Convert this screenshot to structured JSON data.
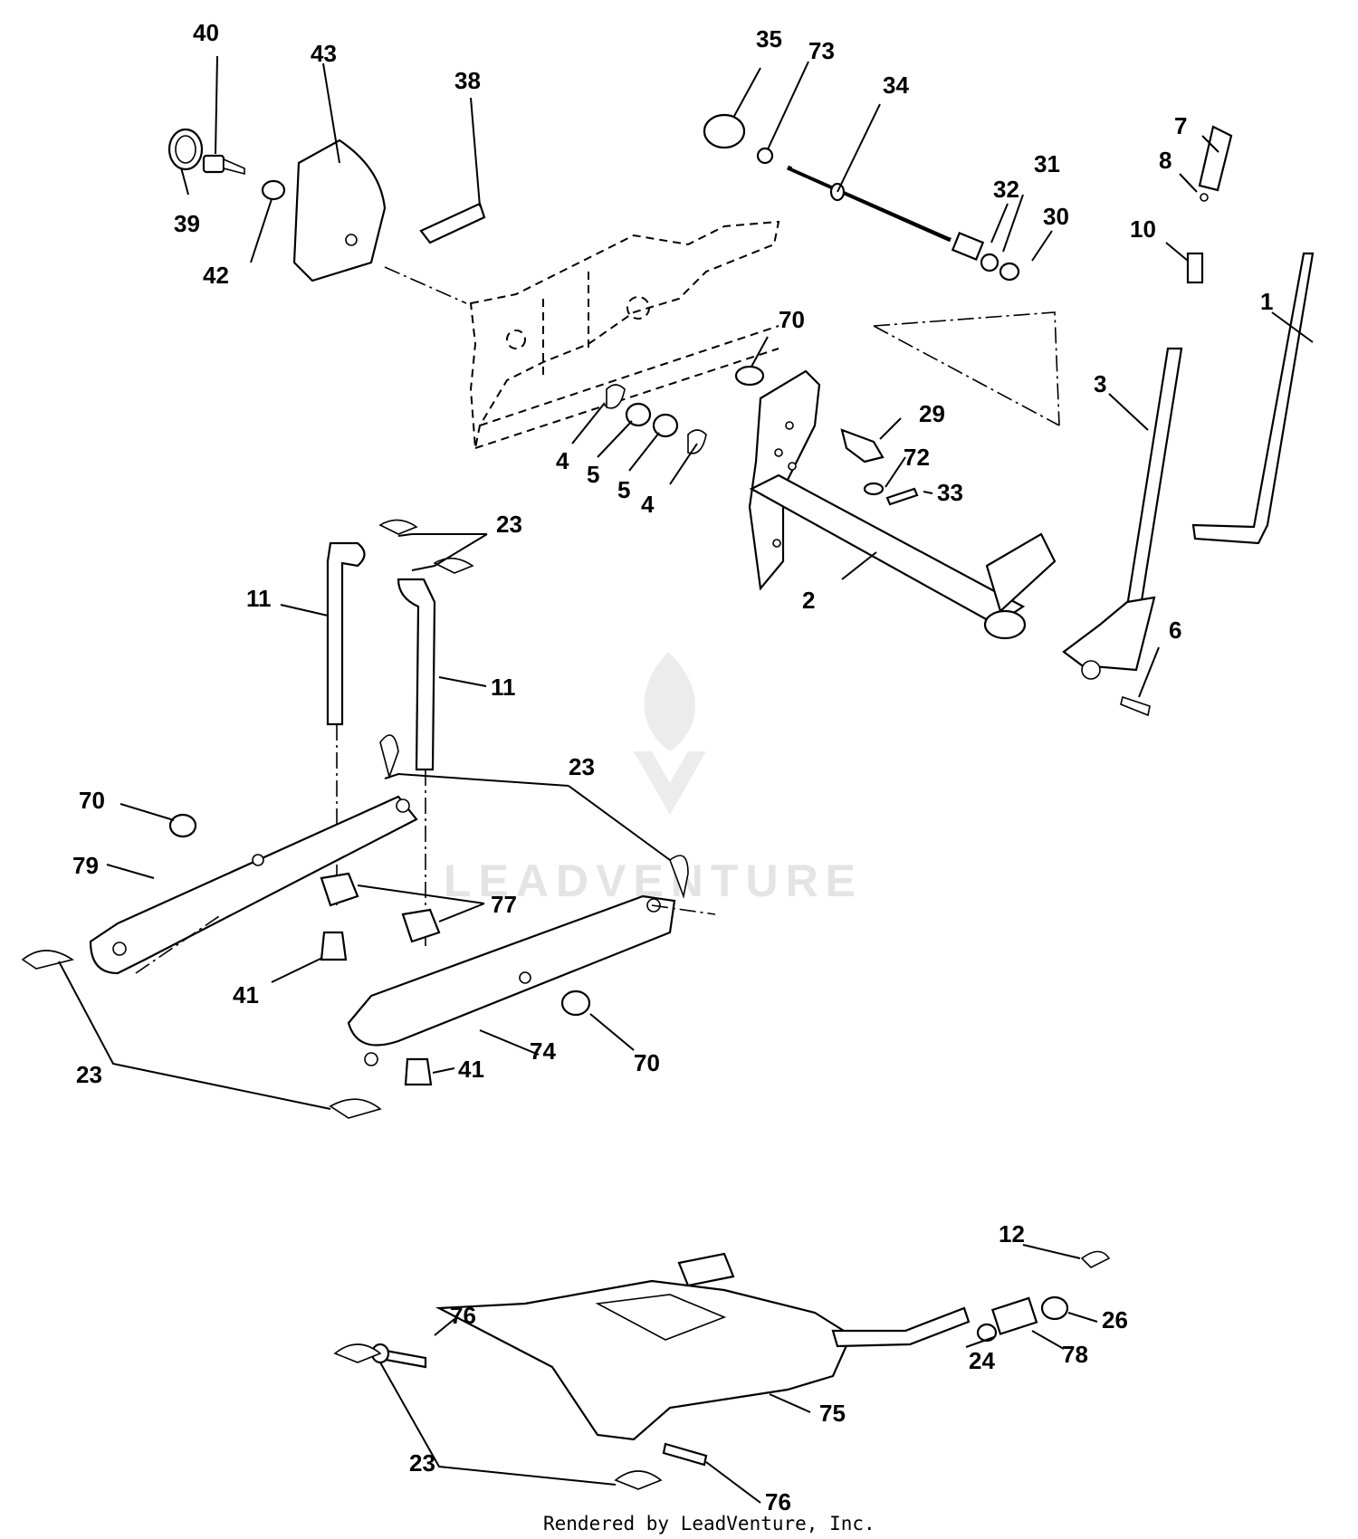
{
  "watermark": {
    "logo": "LEADVENTURE"
  },
  "footer": {
    "credit": "Rendered by LeadVenture, Inc."
  },
  "callouts": [
    "1",
    "2",
    "3",
    "4",
    "4",
    "5",
    "5",
    "6",
    "7",
    "8",
    "10",
    "11",
    "11",
    "12",
    "23",
    "23",
    "23",
    "23",
    "24",
    "26",
    "29",
    "30",
    "31",
    "32",
    "33",
    "34",
    "35",
    "38",
    "39",
    "40",
    "41",
    "41",
    "42",
    "43",
    "70",
    "70",
    "70",
    "72",
    "73",
    "74",
    "75",
    "76",
    "76",
    "77",
    "78",
    "79"
  ]
}
